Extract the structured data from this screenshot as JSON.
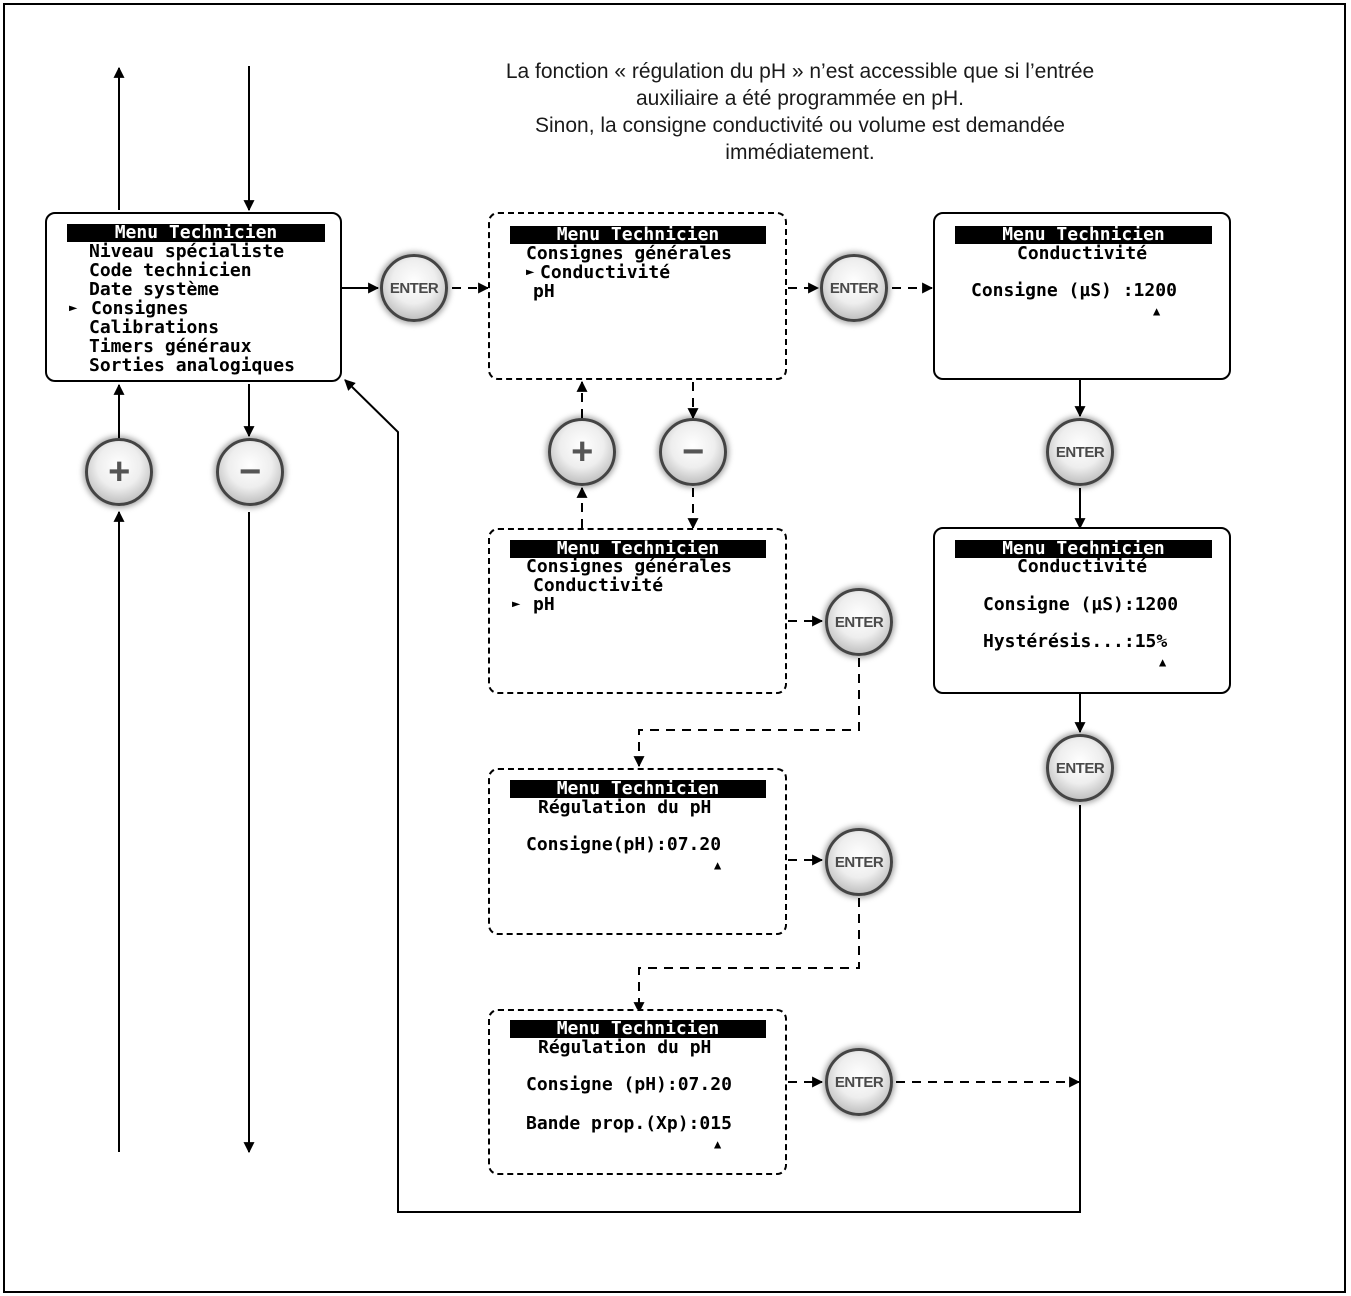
{
  "note": [
    "La fonction « régulation du pH » n’est accessible que si l’entrée",
    "auxiliaire a été programmée en pH.",
    "Sinon, la consigne conductivité ou volume est demandée",
    "immédiatement."
  ],
  "screens": {
    "main": {
      "title": "Menu Technicien",
      "lines": [
        "Niveau spécialiste",
        "Code technicien",
        "Date système",
        "Consignes",
        "Calibrations",
        "Timers généraux",
        "Sorties analogiques"
      ],
      "cursor": "►"
    },
    "setpoints_cond": {
      "title": "Menu Technicien",
      "lines": [
        "Consignes générales",
        "Conductivité",
        "pH"
      ],
      "cursor": "►"
    },
    "setpoints_ph": {
      "title": "Menu Technicien",
      "lines": [
        "Consignes générales",
        "Conductivité",
        "pH"
      ],
      "cursor": "►"
    },
    "cond_1": {
      "title": "Menu Technicien",
      "subtitle": "Conductivité",
      "lines": [
        "Consigne (µS) :1200"
      ],
      "caret": "▲"
    },
    "cond_2": {
      "title": "Menu Technicien",
      "subtitle": "Conductivité",
      "lines": [
        "Consigne (µS):1200",
        "Hystérésis...:15%"
      ],
      "caret": "▲"
    },
    "ph_1": {
      "title": "Menu Technicien",
      "subtitle": "Régulation du pH",
      "lines": [
        "Consigne(pH):07.20"
      ],
      "caret": "▲"
    },
    "ph_2": {
      "title": "Menu Technicien",
      "subtitle": "Régulation du pH",
      "lines": [
        "Consigne (pH):07.20",
        "Bande prop.(Xp):015"
      ],
      "caret": "▲"
    }
  },
  "buttons": {
    "enter": "ENTER",
    "plus": "+",
    "minus": "−"
  }
}
